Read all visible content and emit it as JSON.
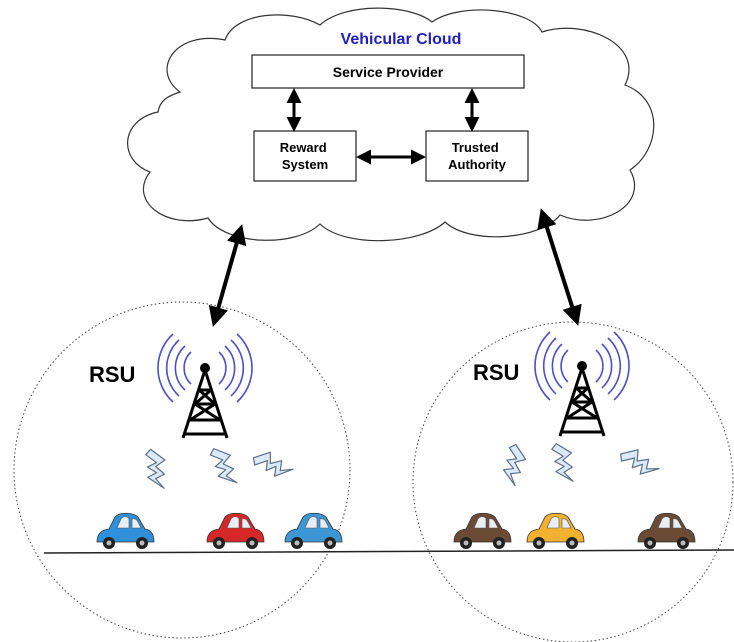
{
  "cloud": {
    "title": "Vehicular Cloud",
    "title_color": "#1f1fbf",
    "service_provider": "Service Provider",
    "reward_system": [
      "Reward",
      "System"
    ],
    "trusted_authority": [
      "Trusted",
      "Authority"
    ]
  },
  "rsu_left": {
    "label": "RSU",
    "vehicles": [
      {
        "color": "#2f8fd8",
        "icon": "car-icon"
      },
      {
        "color": "#d62828",
        "icon": "car-icon"
      },
      {
        "color": "#3d96d6",
        "icon": "car-icon"
      }
    ]
  },
  "rsu_right": {
    "label": "RSU",
    "vehicles": [
      {
        "color": "#6b4a36",
        "icon": "car-icon"
      },
      {
        "color": "#f2b230",
        "icon": "car-icon"
      },
      {
        "color": "#6b4a36",
        "icon": "car-icon"
      }
    ]
  },
  "icons": {
    "tower": "radio-tower-icon",
    "signal": "lightning-signal-icon",
    "waves": "wireless-waves-icon"
  },
  "colors": {
    "waves": "#4b4fc8",
    "bolt_fill": "#dceaf8",
    "bolt_stroke": "#5a6f88"
  }
}
